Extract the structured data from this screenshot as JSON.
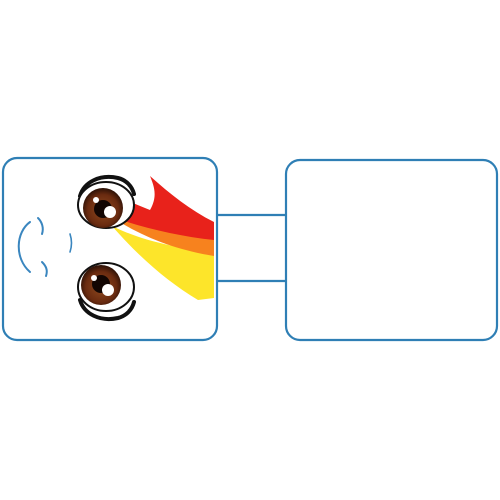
{
  "colors": {
    "outline": "#2f7fb5",
    "background": "#ffffff",
    "iris": "#7a3414",
    "iris_dark": "#3a1808",
    "pupil": "#120603",
    "eye_outline": "#111111",
    "flame_red": "#e8221b",
    "flame_orange": "#f7821e",
    "flame_yellow": "#fde52a",
    "smile": "#3a86bf"
  },
  "icons": {
    "left_panel": "face-panel",
    "right_panel": "blank-panel",
    "connector": "bridge-connector",
    "eyes": "eye-icon",
    "flame": "flame-icon",
    "mouth": "smile-icon"
  }
}
